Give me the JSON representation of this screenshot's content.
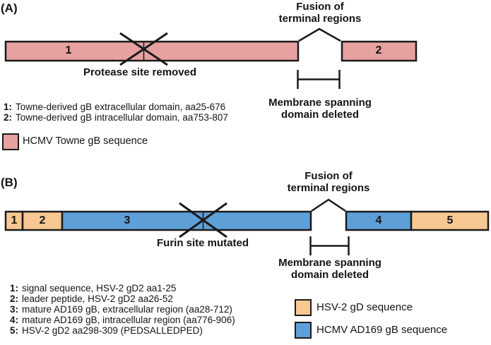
{
  "figure": {
    "background": "#ffffff",
    "line_color": "#1a1a1a"
  },
  "colors": {
    "hcmv_towne": "#e7a1a1",
    "hsv2_gd": "#f8c893",
    "hcmv_ad169": "#5f9fd8"
  },
  "panel_a": {
    "label": "(A)",
    "fusion_note": "Fusion of\nterminal regions",
    "protease_note": "Protease site removed",
    "membrane_note": "Membrane spanning\ndomain deleted",
    "segments": [
      "1",
      "2"
    ],
    "key": [
      {
        "num": "1:",
        "text": "Towne-derived gB extracellular domain, aa25-676"
      },
      {
        "num": "2:",
        "text": "Towne-derived gB intracellular domain, aa753-807"
      }
    ],
    "legend": [
      {
        "label": "HCMV Towne gB sequence",
        "color": "#e7a1a1"
      }
    ]
  },
  "panel_b": {
    "label": "(B)",
    "fusion_note": "Fusion of\nterminal regions",
    "furin_note": "Furin site mutated",
    "membrane_note": "Membrane spanning\ndomain deleted",
    "segments": [
      "1",
      "2",
      "3",
      "4",
      "5"
    ],
    "key": [
      {
        "num": "1:",
        "text": "signal sequence, HSV-2 gD2 aa1-25"
      },
      {
        "num": "2:",
        "text": "leader peptide, HSV-2 gD2 aa26-52"
      },
      {
        "num": "3:",
        "text": "mature AD169 gB, extracellular region (aa28-712)"
      },
      {
        "num": "4:",
        "text": "mature AD169 gB, intracellular region (aa776-906)"
      },
      {
        "num": "5:",
        "text": "HSV-2 gD2 aa298-309 (PEDSALLEDPED)"
      }
    ],
    "legend": [
      {
        "label": "HSV-2 gD sequence",
        "color": "#f8c893"
      },
      {
        "label": "HCMV AD169 gB sequence",
        "color": "#5f9fd8"
      }
    ]
  }
}
